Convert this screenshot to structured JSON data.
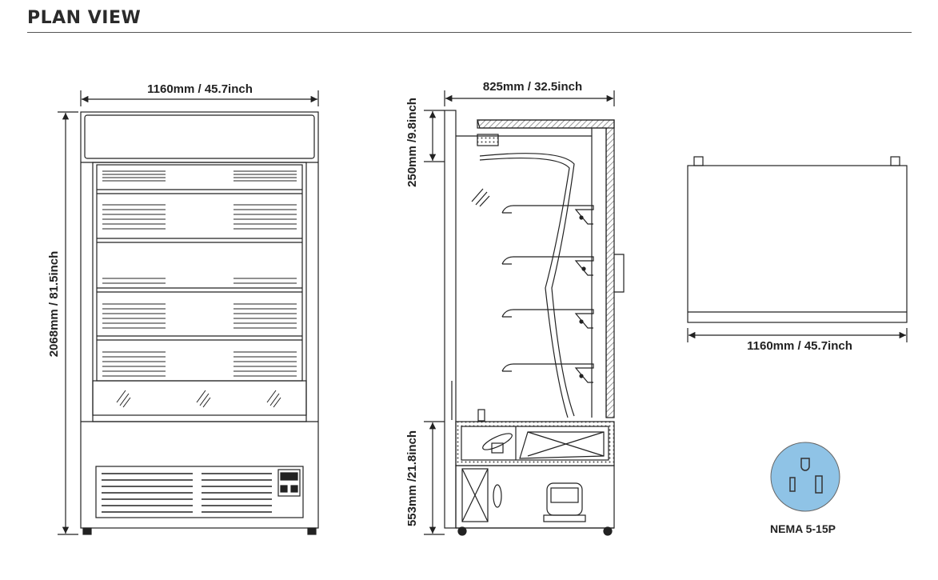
{
  "title": "PLAN VIEW",
  "front_view": {
    "width_label": "1160mm / 45.7inch",
    "height_label": "2068mm / 81.5inch"
  },
  "side_view": {
    "depth_label": "825mm / 32.5inch",
    "top_section_label": "250mm /9.8inch",
    "base_section_label": "553mm /21.8inch"
  },
  "top_view": {
    "width_label": "1160mm / 45.7inch"
  },
  "plug": {
    "label": "NEMA 5-15P",
    "fill_color": "#8fc3e6"
  }
}
